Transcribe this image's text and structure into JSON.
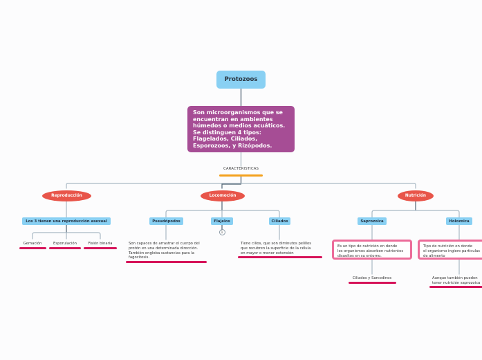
{
  "map": {
    "root": "Protozoos",
    "description": "Son microorganismos que se\nencuentran en ambientes\nhúmedos o medios acuáticos.\nSe distinguen 4 tipos:\nFlagelados, Ciliados,\nEsporozoos, y Rizópodos.",
    "characteristics_label": "CARACTERISTICAS",
    "branches": {
      "reproduccion": {
        "label": "Reproducción",
        "subtopic": "Los 3 tienen una reproducción asexual",
        "leaves": [
          "Gemación",
          "Esporulación",
          "Fisión binaria"
        ]
      },
      "locomocion": {
        "label": "Locomoción",
        "subtopics": [
          "Pseudópodos",
          "Flajelos",
          "Ciliados"
        ],
        "pseudopodos_text": "Son capaces de arrastrar el cuerpo del\nprotón en una determinada dirección.\nTambién engloba sustancias para la\nfagocitosis.",
        "flajelos_collapsed_count": "1",
        "ciliados_text": "Tiene cilios, que son diminutos pelillos\nque recubren la superficie de la célula\nen mayor o menor extensión"
      },
      "nutricion": {
        "label": "Nutrición",
        "subtopics": [
          "Saprozoica",
          "Holozoica"
        ],
        "saprozoica_text": "Es un tipo de nutrición en donde\n los organismos absorben nutrientes\ndisueltos en su entorno.",
        "saprozoica_example": "Ciliados y Sarcodinos",
        "holozoica_text": "Tipo de nutrición en donde\nel organismo ingiere particulas\nde alimento",
        "holozoica_note": "Aunque también pueden\ntener nutrición saprozoica"
      }
    }
  },
  "colors": {
    "root_fill": "#89d0f3",
    "description_fill": "#a64d95",
    "main_topic_fill": "#e8554a",
    "subtopic_fill": "#89d0f3",
    "underline": "#d6145a",
    "characteristics_underline": "#f4a11d",
    "boxed_border": "#ec6c9a",
    "connector": "#a8b8c4",
    "connector_dark": "#4e6272"
  }
}
